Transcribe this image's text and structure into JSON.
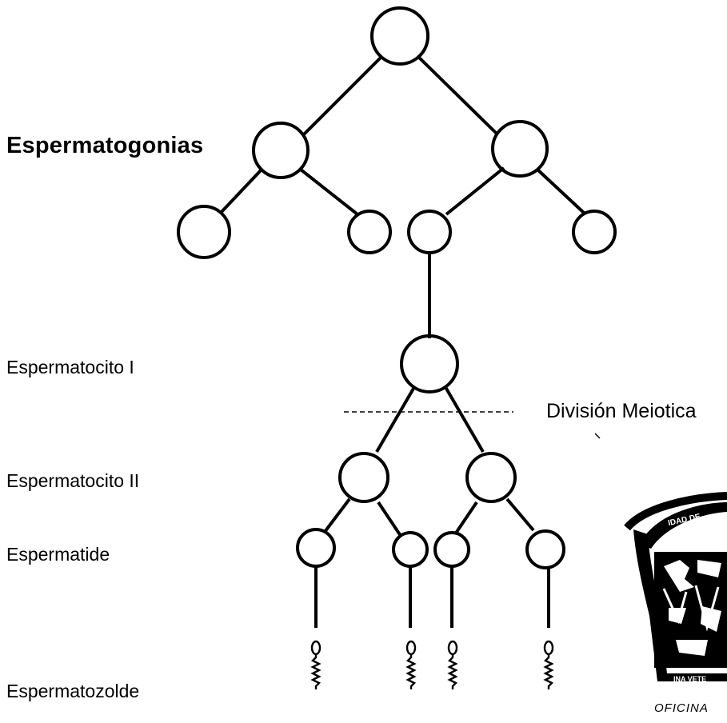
{
  "labels": {
    "espermatogonias": "Espermatogonias",
    "espermatocito_1": "Espermatocito I",
    "espermatocito_2": "Espermatocito II",
    "espermatide": "Espermatide",
    "espermatozoide": "Espermatozolde",
    "division_meiotica": "División Meiotica"
  },
  "stamp": {
    "caption": "OFICINA",
    "ring_text": "IDAD DE",
    "band_text": "INA VETE"
  }
}
